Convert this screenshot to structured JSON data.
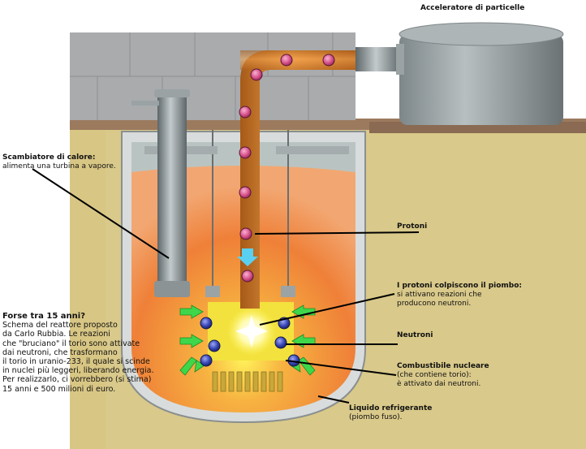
{
  "labels": {
    "accelerator": "Acceleratore di particelle",
    "heat_exchanger_title": "Scambiatore di calore:",
    "heat_exchanger_desc": "alimenta una turbina a vapore.",
    "protons": "Protoni",
    "protons_hit_title": "I protoni colpiscono il piombo:",
    "protons_hit_desc": [
      "si attivano reazioni che",
      "producono neutroni."
    ],
    "neutrons": "Neutroni",
    "fuel_title": "Combustibile nucleare",
    "fuel_desc": [
      "(che contiene torio):",
      "è attivato dai neutroni."
    ],
    "coolant_title": "Liquido refrigerante",
    "coolant_desc": "(piombo fuso)."
  },
  "note": {
    "title": "Forse tra 15 anni?",
    "lines": [
      "Schema del reattore proposto",
      "da Carlo Rubbia. Le reazioni",
      "che \"bruciano\" il torio sono attivate",
      "dai neutroni, che trasformano",
      "il torio in uranio-233, il quale si scinde",
      "in nuclei più leggeri, liberando energia.",
      "Per realizzarlo, ci vorrebbero (si stima)",
      "15 anni e 500 milioni di euro."
    ]
  },
  "colors": {
    "soil": "#d9c98a",
    "concrete": "#a9abad",
    "beam_pipe": "#d9822b",
    "proton": "#d9568f",
    "neutron": "#3a49b8",
    "arrow": "#3fd74a",
    "coolant": "#f28d3a"
  }
}
